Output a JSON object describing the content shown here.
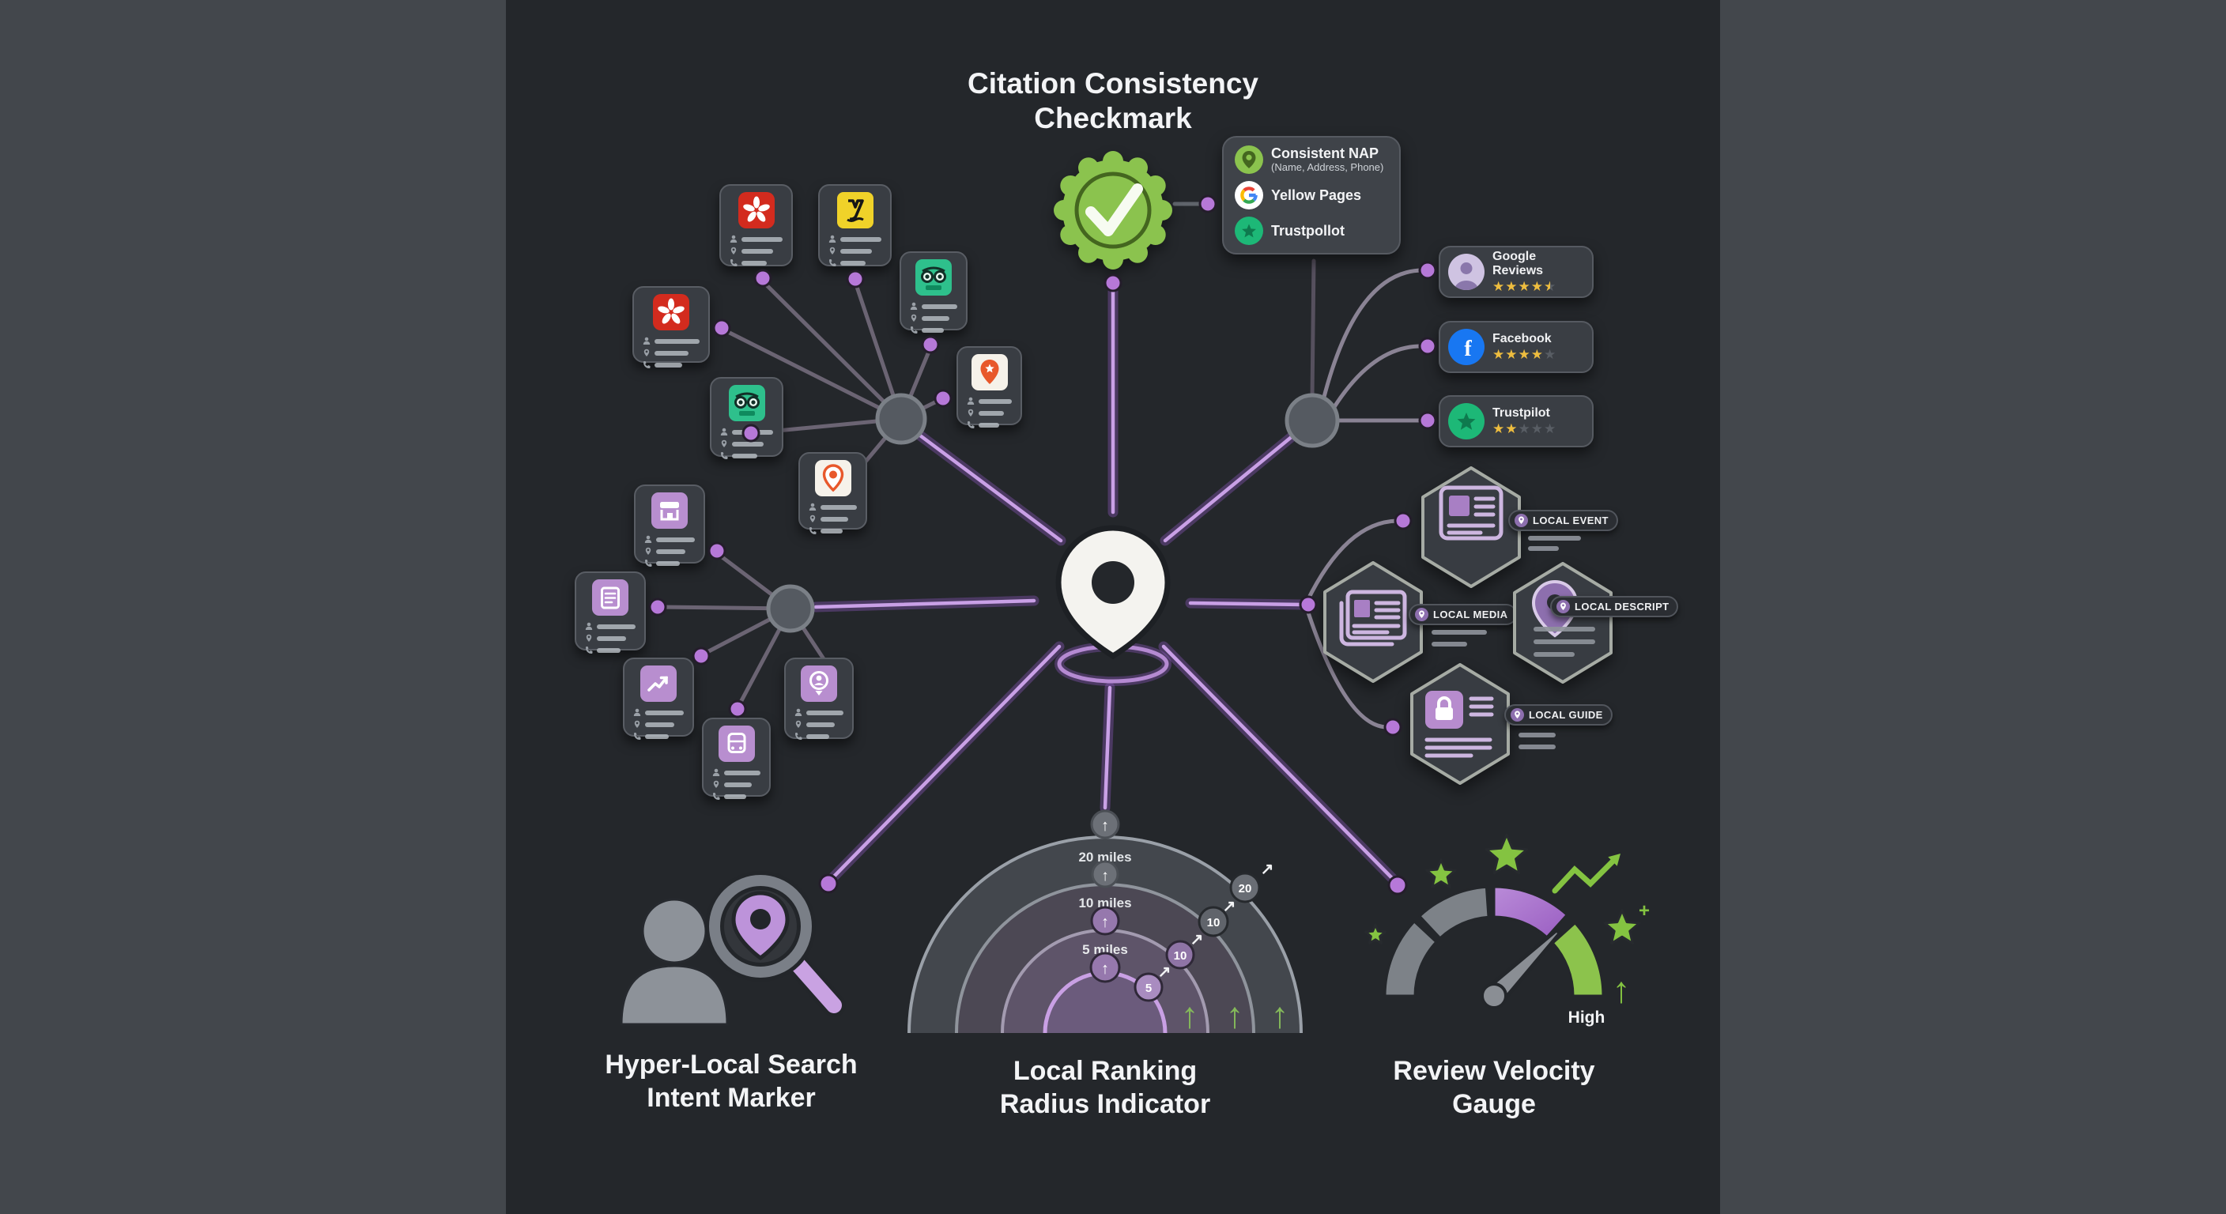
{
  "colors": {
    "accent_purple": "#b07ad0",
    "accent_green": "#8bc34e",
    "gold": "#eebd3f",
    "background": "#24272b",
    "panel": "#43474c"
  },
  "title": {
    "line1": "Citation Consistency",
    "line2": "Checkmark"
  },
  "nap_card": {
    "rows": [
      {
        "icon": "map-pin-icon",
        "label": "Consistent NAP",
        "sublabel": "(Name, Address, Phone)"
      },
      {
        "icon": "google-icon",
        "label": "Yellow Pages",
        "sublabel": ""
      },
      {
        "icon": "trustpilot-icon",
        "label": "Trustpollot",
        "sublabel": ""
      }
    ]
  },
  "review_cards": [
    {
      "platform": "Google Reviews",
      "icon": "google-avatar-icon",
      "rating": 4.5,
      "max_stars": 5
    },
    {
      "platform": "Facebook",
      "icon": "facebook-icon",
      "rating": 4,
      "max_stars": 5
    },
    {
      "platform": "Trustpilot",
      "icon": "trustpilot-icon",
      "rating": 2,
      "max_stars": 5
    }
  ],
  "citation_cards": [
    {
      "icon": "yelp-icon"
    },
    {
      "icon": "yellowpages-icon"
    },
    {
      "icon": "tripadvisor-icon"
    },
    {
      "icon": "yelp-icon"
    },
    {
      "icon": "tripadvisor-icon"
    },
    {
      "icon": "foursquare-icon"
    },
    {
      "icon": "orange-pin-icon"
    },
    {
      "icon": "storefront-icon"
    },
    {
      "icon": "article-icon"
    },
    {
      "icon": "trend-icon"
    },
    {
      "icon": "bus-icon"
    },
    {
      "icon": "person-pin-icon"
    }
  ],
  "hexagons": [
    {
      "label": "LOCAL EVENT",
      "icon": "article-icon"
    },
    {
      "label": "LOCAL MEDIA",
      "icon": "news-icon"
    },
    {
      "label": "LOCAL DESCRIPT",
      "icon": "pin-icon"
    },
    {
      "label": "LOCAL GUIDE",
      "icon": "guide-icon"
    }
  ],
  "marker": {
    "line1": "Hyper-Local Search",
    "line2": "Intent Marker"
  },
  "radius_indicator": {
    "line1": "Local Ranking",
    "line2": "Radius Indicator",
    "axis_labels": [
      "20 miles",
      "10 miles",
      "5 miles"
    ],
    "milestones": [
      "5",
      "10",
      "10",
      "20"
    ]
  },
  "gauge": {
    "line1": "Review Velocity",
    "line2": "Gauge",
    "level_label": "High"
  }
}
